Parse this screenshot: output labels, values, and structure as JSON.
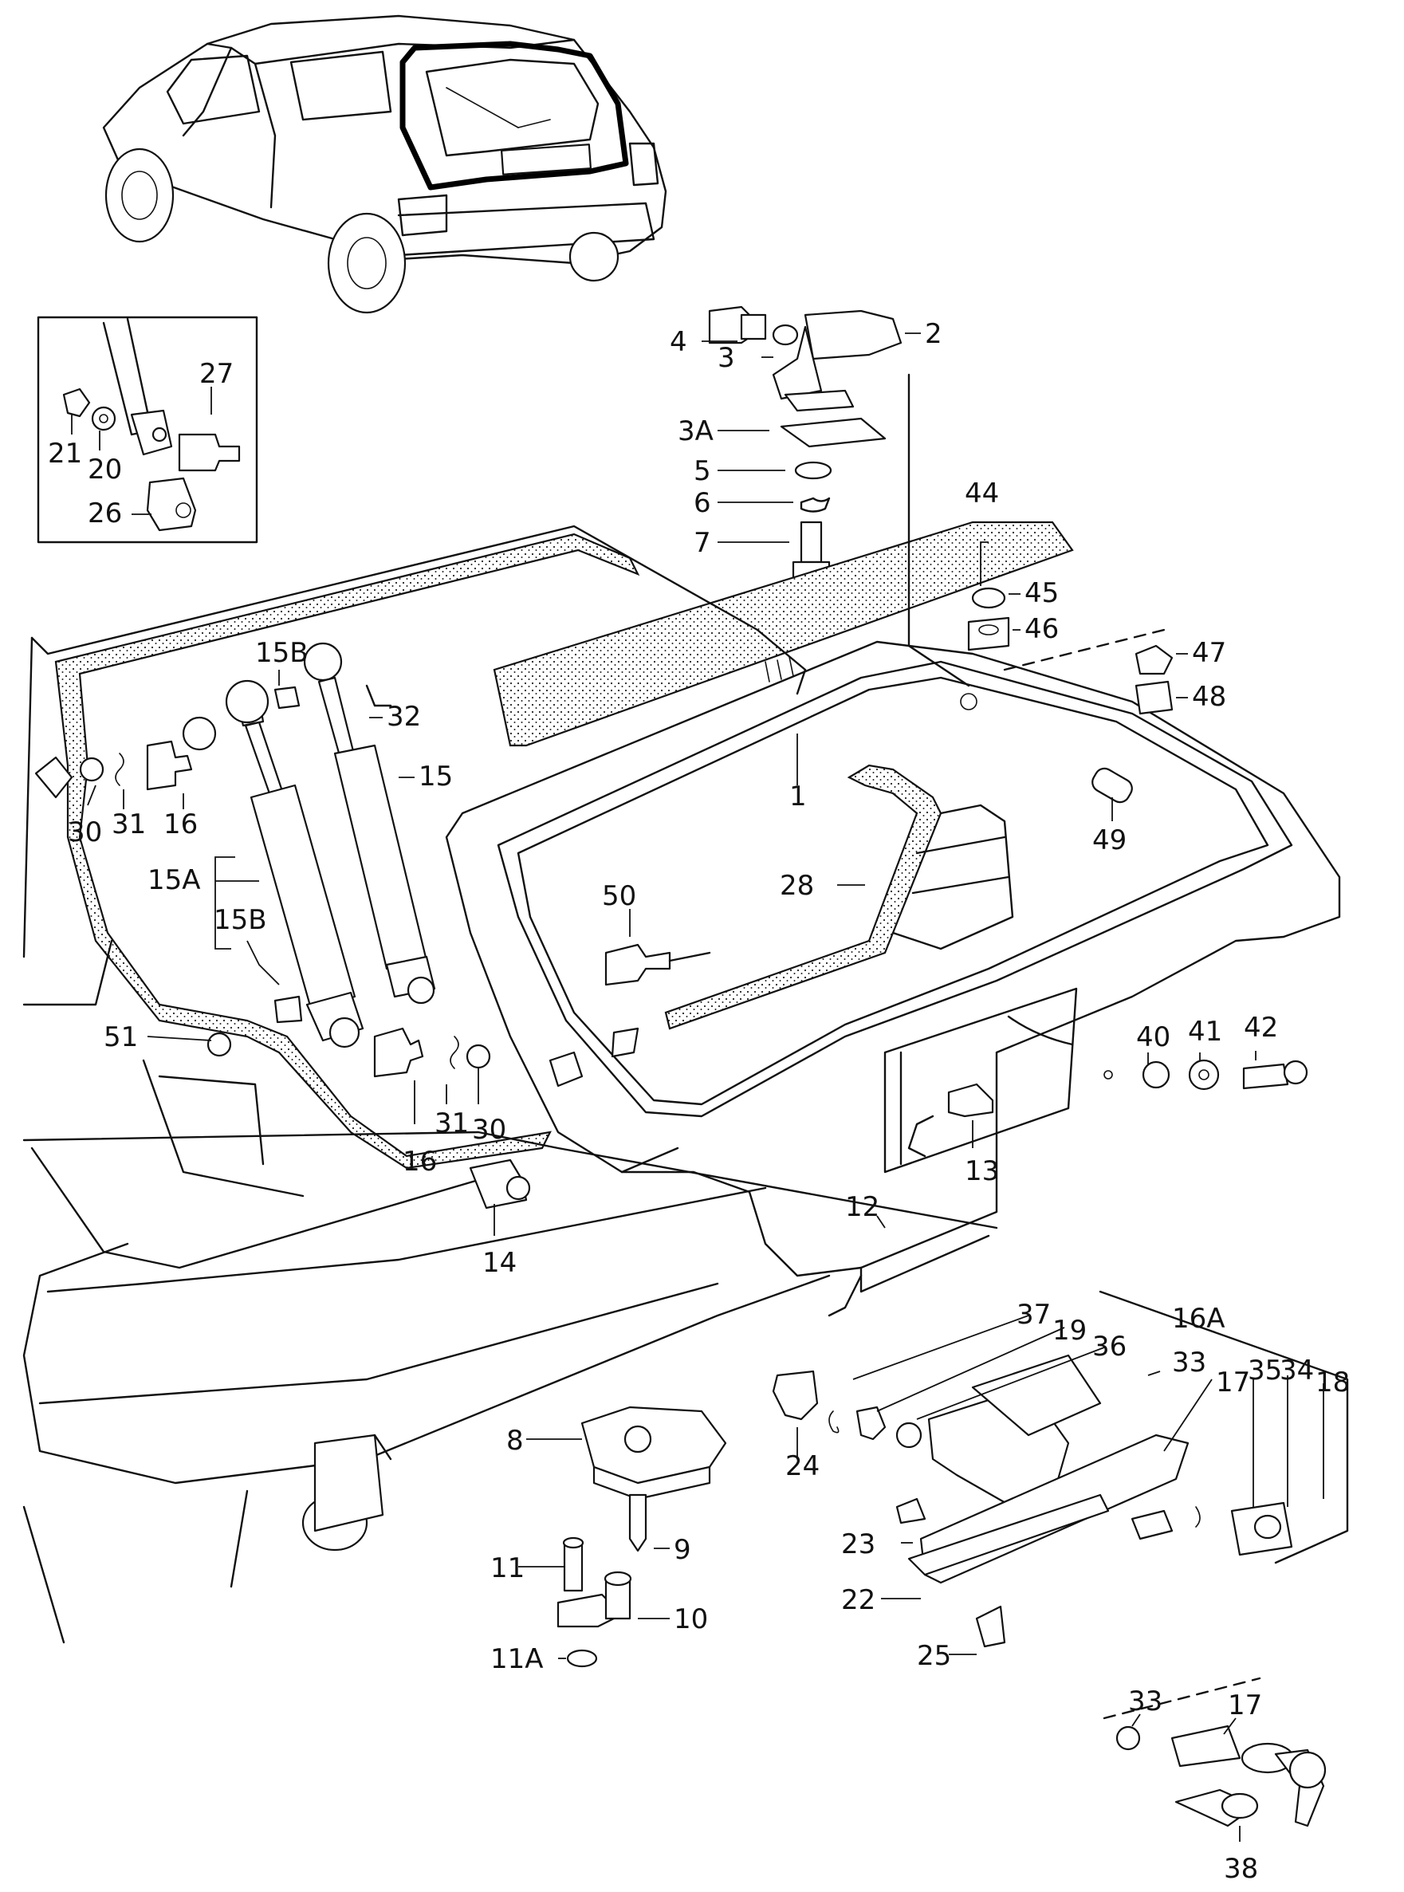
{
  "callouts": {
    "c1": "1",
    "c2": "2",
    "c3": "3",
    "c3a": "3A",
    "c4": "4",
    "c5": "5",
    "c6": "6",
    "c7": "7",
    "c8": "8",
    "c9": "9",
    "c10": "10",
    "c11": "11",
    "c11a": "11A",
    "c12": "12",
    "c13": "13",
    "c14": "14",
    "c15": "15",
    "c15a": "15A",
    "c15b_top": "15B",
    "c15b_mid": "15B",
    "c16_top": "16",
    "c16_bot": "16",
    "c16a": "16A",
    "c17_top": "17",
    "c17_bot": "17",
    "c18": "18",
    "c19": "19",
    "c20": "20",
    "c21": "21",
    "c22": "22",
    "c23": "23",
    "c24": "24",
    "c25": "25",
    "c26": "26",
    "c27": "27",
    "c28": "28",
    "c30_top": "30",
    "c30_bot": "30",
    "c31_top": "31",
    "c31_bot": "31",
    "c32": "32",
    "c33_top": "33",
    "c33_bot": "33",
    "c34": "34",
    "c35": "35",
    "c36": "36",
    "c37": "37",
    "c38": "38",
    "c40": "40",
    "c41": "41",
    "c42": "42",
    "c44": "44",
    "c45": "45",
    "c46": "46",
    "c47": "47",
    "c48": "48",
    "c49": "49",
    "c50": "50",
    "c51": "51"
  }
}
